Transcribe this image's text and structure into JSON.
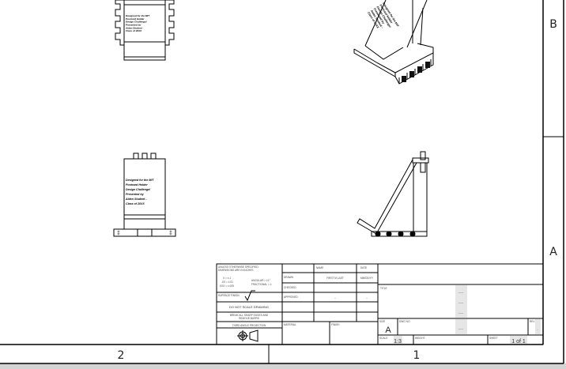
{
  "zones": {
    "bottom": [
      "2",
      "1"
    ],
    "right": [
      "B",
      "A"
    ]
  },
  "engraving": [
    "Designed for the MIT",
    "Postcard Holder",
    "Design Challenge!",
    "Presented by",
    "Aiden Student -",
    "Class of 20XX"
  ],
  "title_block": {
    "tolerance_header": [
      "UNLESS OTHERWISE SPECIFIED:",
      "DIMENSIONS ARE IN INCHES"
    ],
    "tolerances": [
      "X = ±.1",
      ".XX = ±.01",
      ".XXX = ±.005"
    ],
    "angular": [
      "ANGULAR = ±1°",
      "FRACTIONAL = ±"
    ],
    "surface_finish": "SURFACE FINISH:",
    "do_not_scale": "DO NOT SCALE DRAWING",
    "break_edges": [
      "BREAK ALL SHARP EDGES AND",
      "REMOVE BURRS"
    ],
    "projection": "THIRD ANGLE PROJECTION",
    "name_header": "NAME",
    "date_header": "DATE",
    "drawn_label": "DRAWN",
    "drawn_name": "FIRST M LAST",
    "drawn_date": "MM/DD/YY",
    "checked_label": "CHECKED",
    "approved_label": "APPROVED",
    "approved_name": "--",
    "approved_date": "--",
    "material_label": "MATERIAL",
    "finish_label": "FINISH",
    "title_label": "TITLE",
    "title_lines": [
      "-----",
      "-----",
      "-----"
    ],
    "size_label": "SIZE",
    "size": "A",
    "dwg_label": "DWG NO.",
    "dwg_no": "-----",
    "rev_label": "REV",
    "rev": "-",
    "scale_label": "SCALE",
    "scale": "1:3",
    "weight_label": "WEIGHT",
    "sheet_label": "SHEET",
    "sheet": "1 of 1"
  }
}
